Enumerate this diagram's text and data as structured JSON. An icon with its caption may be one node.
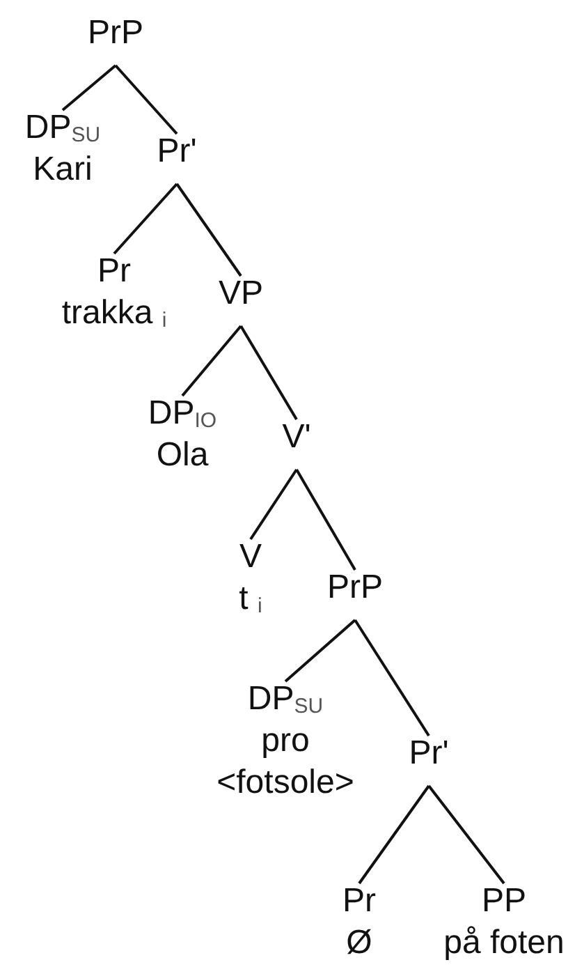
{
  "diagram": {
    "nodes": [
      {
        "text": [
          "PrP"
        ]
      },
      {
        "text": [
          "DP$_{SU}$",
          "Kari"
        ]
      },
      {
        "text": [
          "Pr'"
        ]
      },
      {
        "text": [
          "Pr",
          "trakka $_{i}$"
        ]
      },
      {
        "text": [
          "VP"
        ]
      },
      {
        "text": [
          "DP$_{IO}$",
          "Ola"
        ]
      },
      {
        "text": [
          "V'"
        ]
      },
      {
        "text": [
          "V",
          "t $_{i}$"
        ]
      },
      {
        "text": [
          "PrP"
        ]
      },
      {
        "text": [
          "DP$_{SU}$",
          "pro",
          "<fotsole>"
        ]
      },
      {
        "text": [
          "Pr'"
        ]
      },
      {
        "text": [
          "Pr",
          "Ø"
        ]
      },
      {
        "text": [
          "PP",
          "på foten"
        ]
      }
    ],
    "edges": [
      {
        "from": 0,
        "to": 1,
        "arrow": "none"
      },
      {
        "from": 0,
        "to": 2,
        "arrow": "none"
      },
      {
        "from": 2,
        "to": 3,
        "arrow": "none"
      },
      {
        "from": 2,
        "to": 4,
        "arrow": "none"
      },
      {
        "from": 4,
        "to": 5,
        "arrow": "none"
      },
      {
        "from": 4,
        "to": 6,
        "arrow": "none"
      },
      {
        "from": 6,
        "to": 7,
        "arrow": "none"
      },
      {
        "from": 6,
        "to": 8,
        "arrow": "none"
      },
      {
        "from": 8,
        "to": 9,
        "arrow": "none"
      },
      {
        "from": 8,
        "to": 10,
        "arrow": "none"
      },
      {
        "from": 10,
        "to": 11,
        "arrow": "none"
      },
      {
        "from": 10,
        "to": 12,
        "arrow": "none"
      }
    ]
  }
}
